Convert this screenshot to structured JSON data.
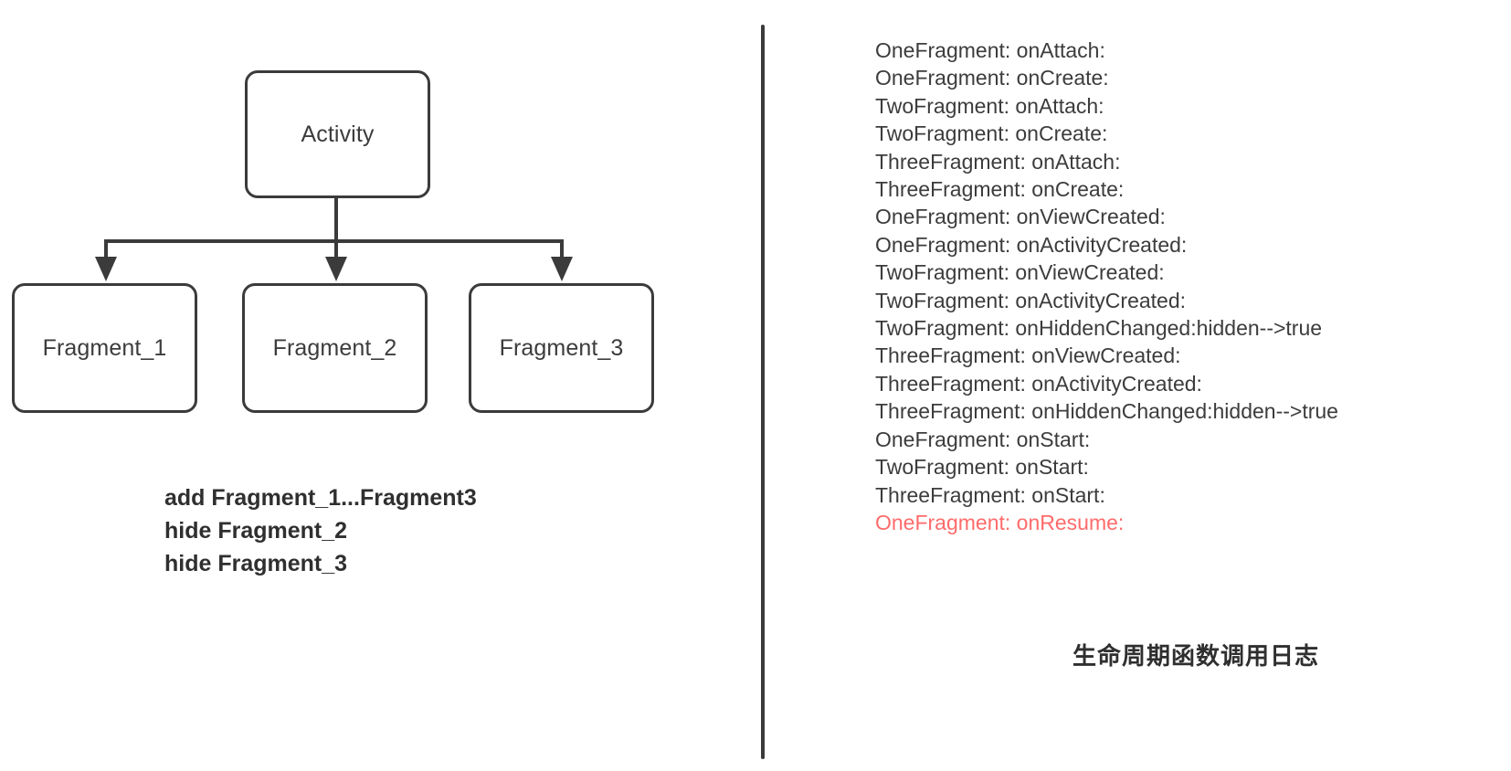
{
  "colors": {
    "background": "#ffffff",
    "stroke": "#3b3b3b",
    "text": "#3c3c3c",
    "bold_text": "#2f2f2f",
    "highlight": "#ff6b6b",
    "divider": "#3b3b3b"
  },
  "diagram": {
    "root": {
      "label": "Activity"
    },
    "children": [
      {
        "label": "Fragment_1"
      },
      {
        "label": "Fragment_2"
      },
      {
        "label": "Fragment_3"
      }
    ]
  },
  "notes": {
    "lines": [
      "add Fragment_1...Fragment3",
      "hide Fragment_2",
      "hide Fragment_3"
    ]
  },
  "log": {
    "lines": [
      {
        "text": "OneFragment: onAttach:",
        "highlight": false
      },
      {
        "text": "OneFragment: onCreate:",
        "highlight": false
      },
      {
        "text": "TwoFragment: onAttach:",
        "highlight": false
      },
      {
        "text": "TwoFragment: onCreate:",
        "highlight": false
      },
      {
        "text": "ThreeFragment: onAttach:",
        "highlight": false
      },
      {
        "text": "ThreeFragment: onCreate:",
        "highlight": false
      },
      {
        "text": "OneFragment: onViewCreated:",
        "highlight": false
      },
      {
        "text": "OneFragment: onActivityCreated:",
        "highlight": false
      },
      {
        "text": "TwoFragment: onViewCreated:",
        "highlight": false
      },
      {
        "text": "TwoFragment: onActivityCreated:",
        "highlight": false
      },
      {
        "text": "TwoFragment: onHiddenChanged:hidden-->true",
        "highlight": false
      },
      {
        "text": "ThreeFragment: onViewCreated:",
        "highlight": false
      },
      {
        "text": "ThreeFragment: onActivityCreated:",
        "highlight": false
      },
      {
        "text": "ThreeFragment: onHiddenChanged:hidden-->true",
        "highlight": false
      },
      {
        "text": "OneFragment: onStart:",
        "highlight": false
      },
      {
        "text": "TwoFragment: onStart:",
        "highlight": false
      },
      {
        "text": "ThreeFragment: onStart:",
        "highlight": false
      },
      {
        "text": "OneFragment: onResume:",
        "highlight": true
      }
    ],
    "caption": "生命周期函数调用日志"
  }
}
